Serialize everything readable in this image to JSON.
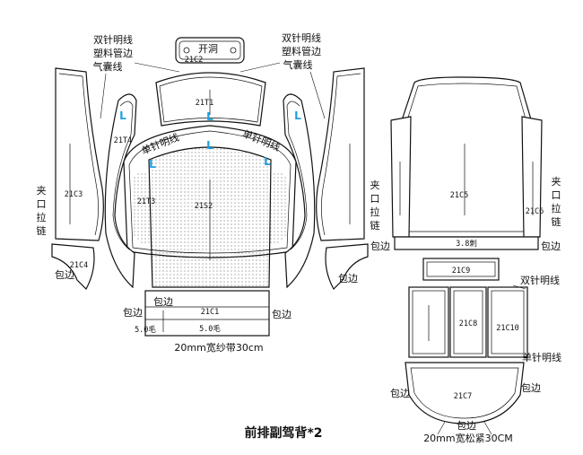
{
  "title": "前排副驾背*2",
  "annotations": {
    "double_stitch_left": "双针明线",
    "plastic_piping_left": "塑料管边",
    "airbag_line_left": "气囊线",
    "double_stitch_right": "双针明线",
    "plastic_piping_right": "塑料管边",
    "airbag_line_right": "气囊线",
    "opening": "开洞",
    "zipper_left": "夹口拉链",
    "zipper_right": "夹口拉链",
    "single_stitch_left": "单针明线",
    "single_stitch_right": "单针明线",
    "binding_edge": "包边",
    "mesh_tape": "20mm宽纱带30cm",
    "allowance_top": "5.0毛",
    "allowance_bottom": "5.0毛",
    "trim_label": "3.8刺",
    "double_stitch_back": "双针明线",
    "single_stitch_back": "单针明线",
    "elastic": "20mm宽松紧30CM",
    "l_mark": "L"
  },
  "pieces": {
    "c2": "21C2",
    "t1": "21T1",
    "t4": "21T4",
    "t3": "21T3",
    "s2": "21S2",
    "c3": "21C3",
    "c4": "21C4",
    "c1": "21C1",
    "c5": "21C5",
    "c6": "21C6",
    "c9": "21C9",
    "c8": "21C8",
    "c10": "21C10",
    "c7": "21C7"
  }
}
